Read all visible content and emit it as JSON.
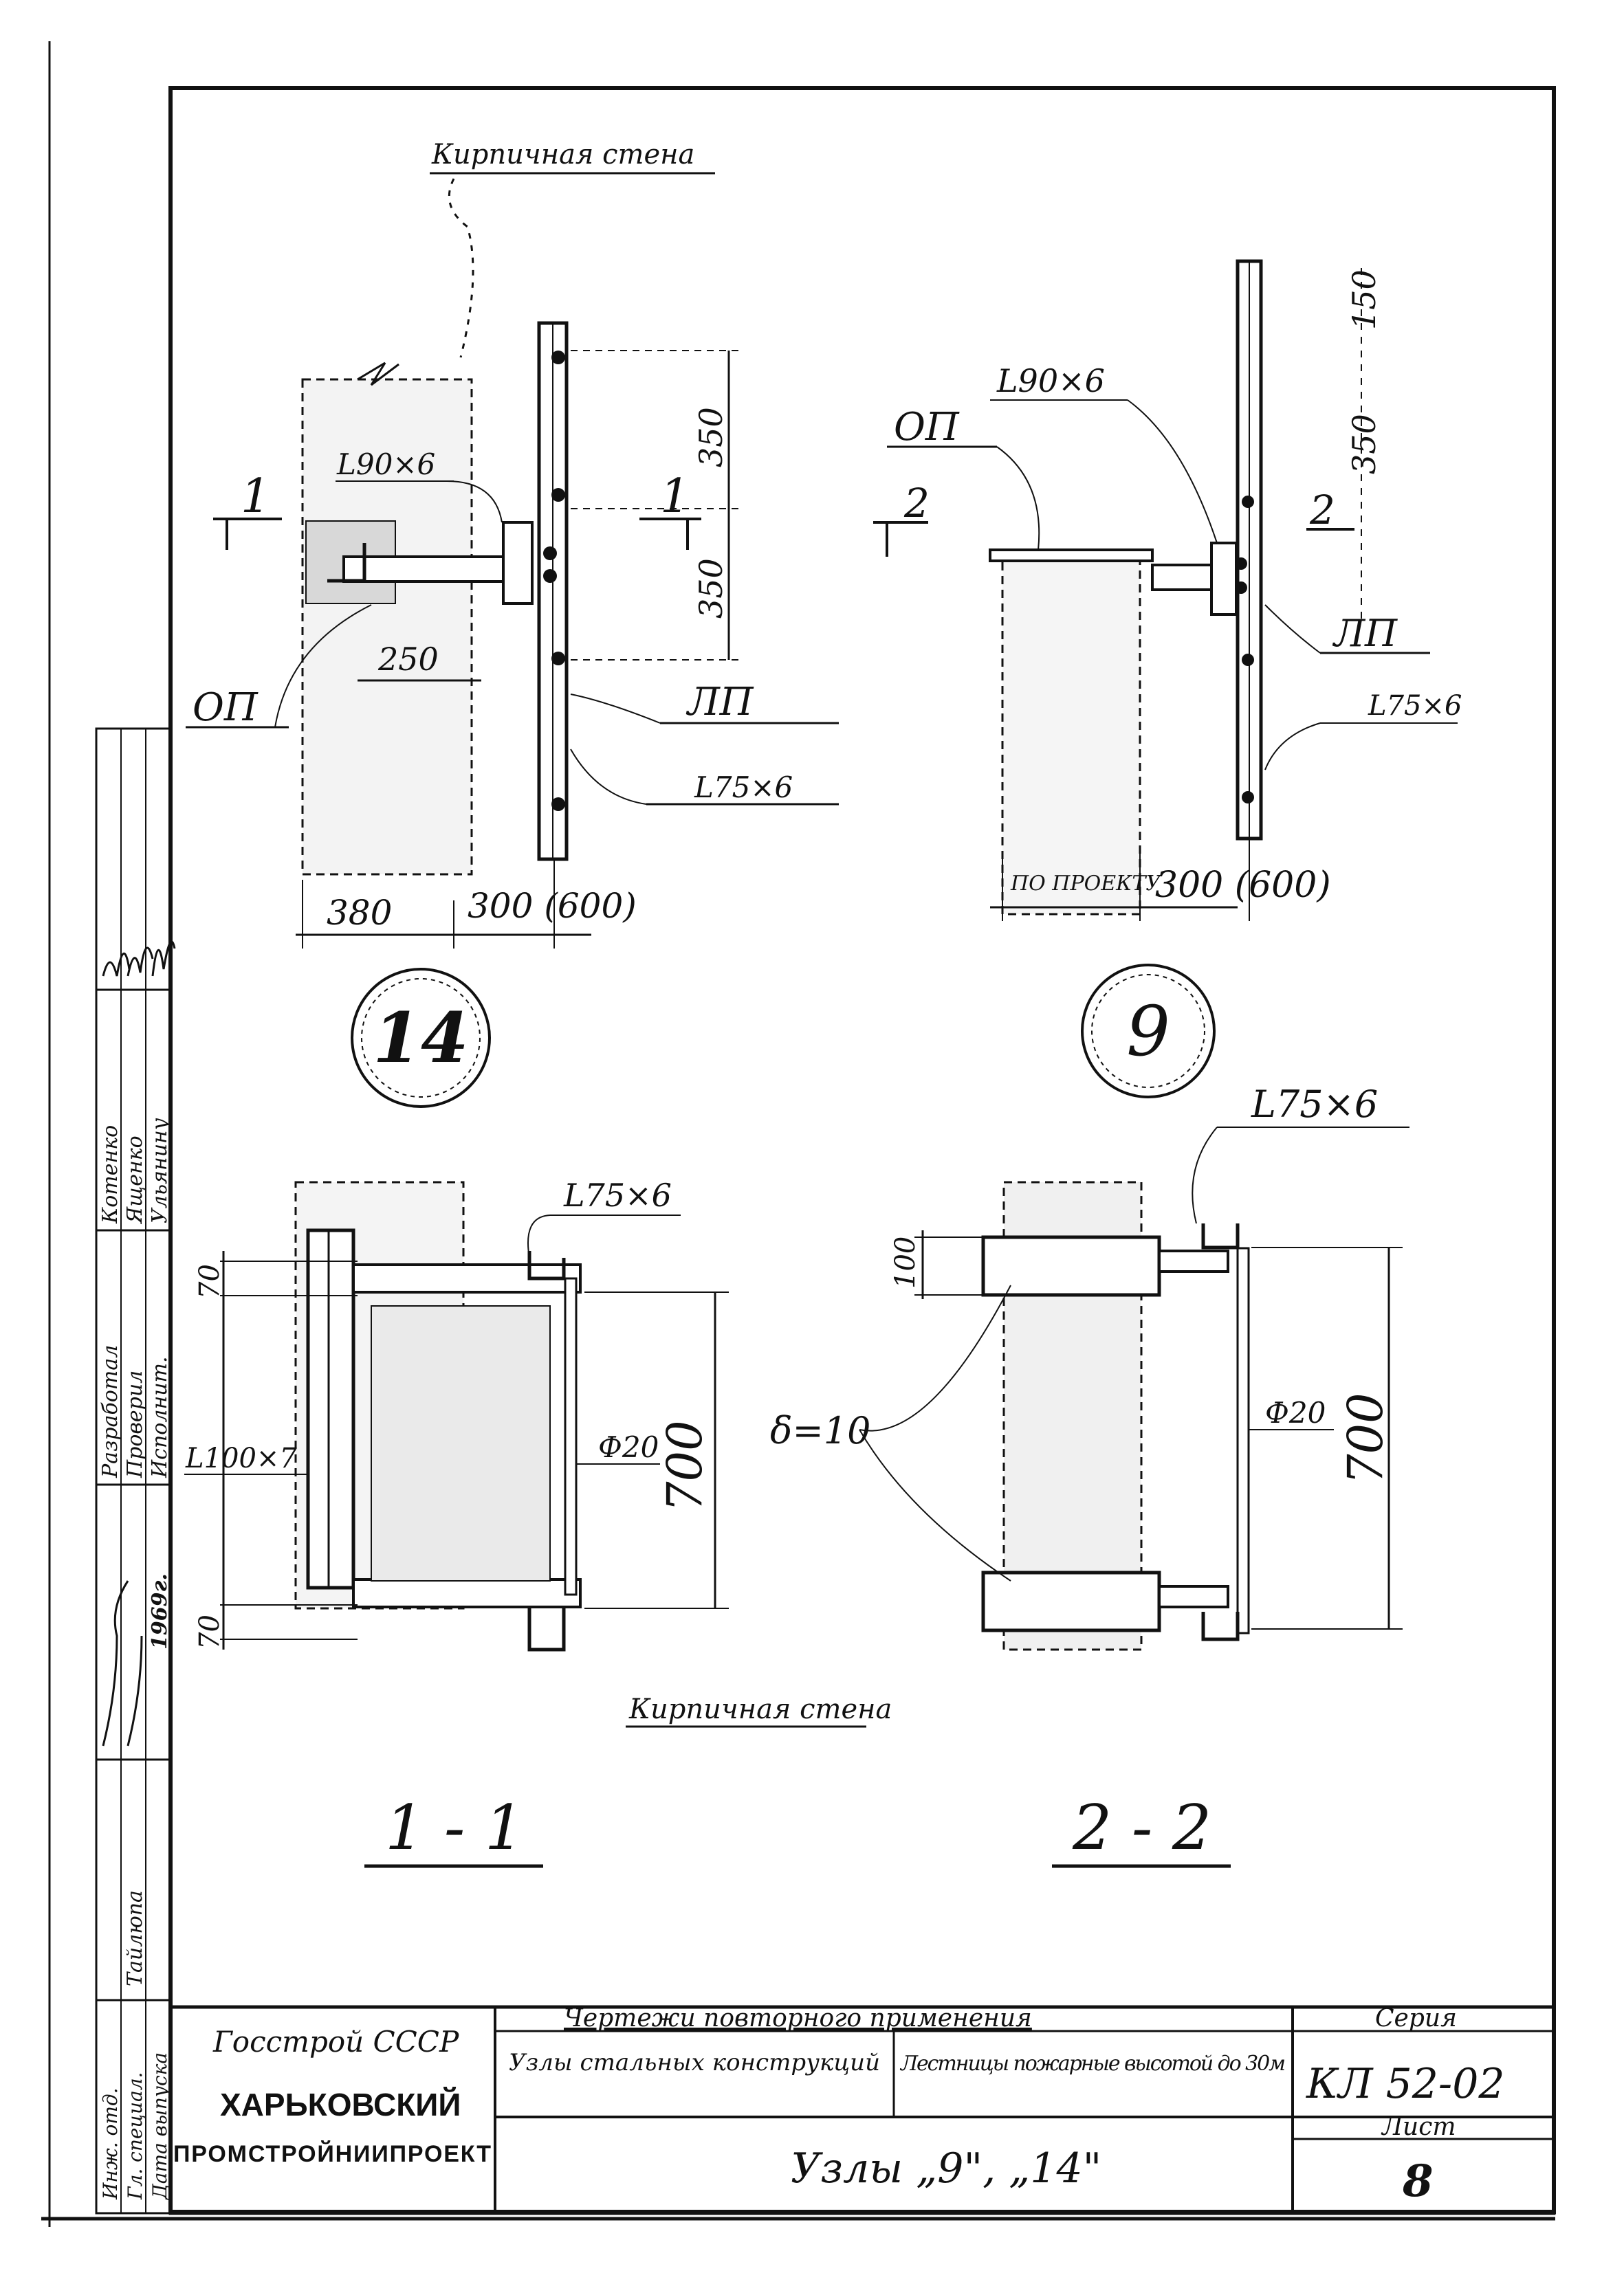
{
  "node_9": {
    "view_label": "9",
    "wall_label": "ОП",
    "angle_top": "L90×6",
    "ladder_label": "ЛП",
    "ladder_angle": "L75×6",
    "section_mark": "2",
    "dim_width": "ПО ПРОЕКТУ",
    "dim_offset": "300 (600)",
    "dim_top": "350",
    "dim_top2": "150"
  },
  "node_14": {
    "view_label": "14",
    "wall_caption": "Кирпичная стена",
    "angle_top": "L90×6",
    "wall_label": "ОП",
    "ladder_label": "ЛП",
    "ladder_angle": "L75×6",
    "section_mark": "1",
    "dim_250": "250",
    "dim_350a": "350",
    "dim_350b": "350",
    "dim_380": "380",
    "dim_offset": "300 (600)"
  },
  "section_1_1": {
    "title": "1 - 1",
    "angle_top": "L75×6",
    "angle_left": "L100×7",
    "rod": "Ф20",
    "dim_70a": "70",
    "dim_70b": "70",
    "dim_700": "700",
    "wall_caption": "Кирпичная стена"
  },
  "section_2_2": {
    "title": "2 - 2",
    "angle_top": "L75×6",
    "plate": "δ=10",
    "rod": "Ф20",
    "dim_100": "100",
    "dim_700": "700"
  },
  "stamp_left": {
    "row_labels": [
      "Разработал",
      "Проверил",
      "Исполнит."
    ],
    "row_names": [
      "Котенко",
      "Ященко",
      "Ульянину"
    ],
    "extra_labels": [
      "Инж. отд.",
      "Гл. специал.",
      "Дата выпуска"
    ],
    "extra_values": [
      "",
      "Тайлюпа",
      "1969г."
    ]
  },
  "title_block": {
    "org1": "Госстрой СССР",
    "org2": "ХАРЬКОВСКИЙ",
    "org3": "ПРОМСТРОЙНИИПРОЕКТ",
    "header": "Чертежи повторного применения",
    "subject": "Узлы стальных конструкций",
    "product": "Лестницы пожарные высотой до 30м",
    "sheet_title": "Узлы „9\", „14\"",
    "series_label": "Серия",
    "series_value": "КЛ 52-02",
    "sheet_label": "Лист",
    "sheet_value": "8"
  }
}
